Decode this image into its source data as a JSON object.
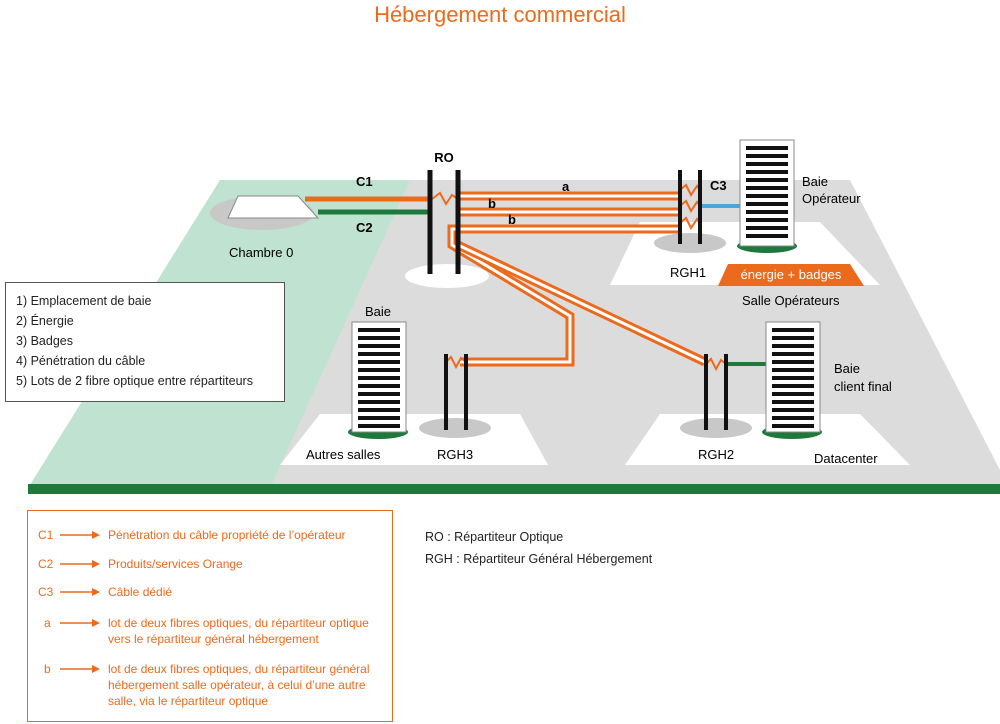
{
  "title": "Hébergement commercial",
  "labels": {
    "ro": "RO",
    "c1": "C1",
    "c2": "C2",
    "c3": "C3",
    "a": "a",
    "b1": "b",
    "b2": "b",
    "chambre": "Chambre 0",
    "rgh1": "RGH1",
    "rgh2": "RGH2",
    "rgh3": "RGH3",
    "baie_op_1": "Baie",
    "baie_op_2": "Opérateur",
    "energie": "énergie + badges",
    "salle_op": "Salle Opérateurs",
    "baie": "Baie",
    "autres_salles": "Autres salles",
    "baie_client_1": "Baie",
    "baie_client_2": "client final",
    "datacenter": "Datacenter"
  },
  "info_box": [
    "1) Emplacement de baie",
    "2) Énergie",
    "3) Badges",
    "4) Pénétration du câble",
    "5) Lots de 2 fibre optique entre répartiteurs"
  ],
  "legend": [
    {
      "key": "C1",
      "text": "Pénétration du câble propriété de l’opérateur"
    },
    {
      "key": "C2",
      "text": "Produits/services Orange"
    },
    {
      "key": "C3",
      "text": "Câble dédié"
    },
    {
      "key": "a",
      "text": "lot de deux fibres optiques, du répartiteur optique vers le répartiteur général hébergement"
    },
    {
      "key": "b",
      "text": "lot de deux fibres optiques, du répartiteur général hébergement salle opérateur, à celui d’une autre salle, via le répartiteur optique"
    }
  ],
  "abbreviations": [
    "RO : Répartiteur Optique",
    "RGH : Répartiteur Général Hébergement"
  ],
  "colors": {
    "orange": "#ec6a1c",
    "green": "#1e7a3c",
    "mint": "#bfe3d0",
    "grey_floor": "#dcdcdc",
    "blue": "#4aa8d8"
  }
}
